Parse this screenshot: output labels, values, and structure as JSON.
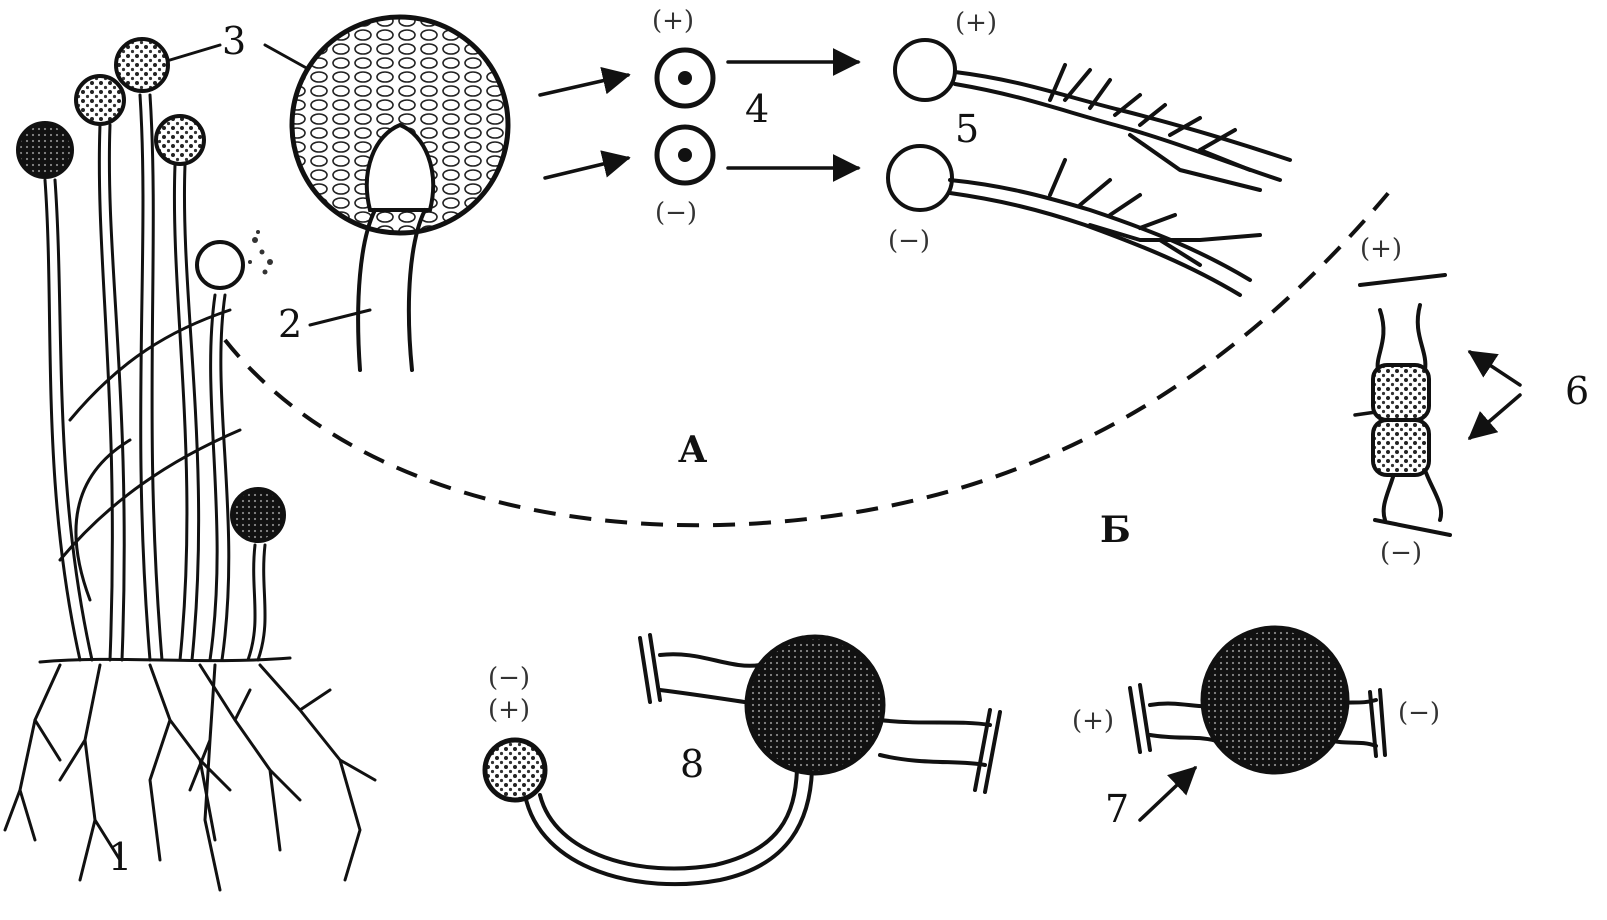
{
  "labels": {
    "n1": "1",
    "n2": "2",
    "n3": "3",
    "n4": "4",
    "n5": "5",
    "n6": "6",
    "n7": "7",
    "n8": "8"
  },
  "signs": {
    "spore_top_plus": "(+)",
    "spore_bottom_minus": "(−)",
    "mycelium_top_plus": "(+)",
    "mycelium_bottom_minus": "(−)",
    "conjugation_plus": "(+)",
    "conjugation_minus": "(−)",
    "zygospore_plus": "(+)",
    "zygospore_minus": "(−)",
    "germ_minus": "(−)",
    "germ_plus": "(+)"
  },
  "phases": {
    "asexual": "А",
    "sexual": "Б"
  },
  "colors": {
    "ink": "#111111",
    "background": "#ffffff",
    "sign_text": "#333333"
  }
}
